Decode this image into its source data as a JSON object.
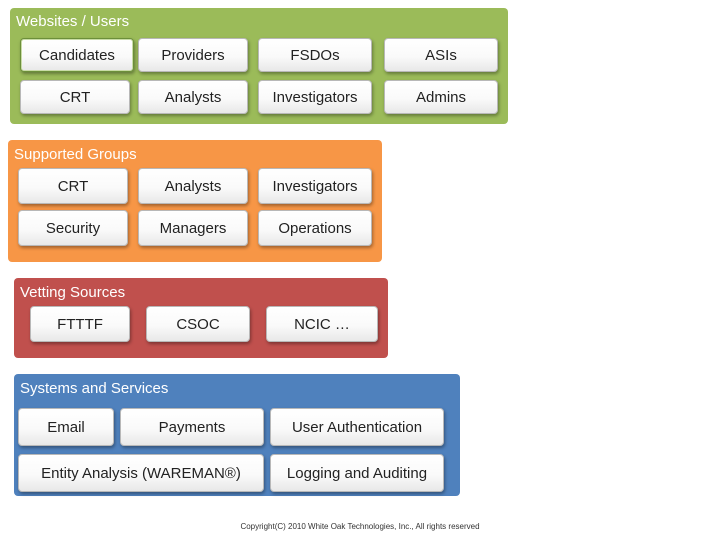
{
  "panels": {
    "websites": {
      "title": "Websites / Users",
      "color": "#9bbb59",
      "items": [
        "Candidates",
        "Providers",
        "FSDOs",
        "ASIs",
        "CRT",
        "Analysts",
        "Investigators",
        "Admins"
      ]
    },
    "groups": {
      "title": "Supported Groups",
      "color": "#f79646",
      "items": [
        "CRT",
        "Analysts",
        "Investigators",
        "Security",
        "Managers",
        "Operations"
      ]
    },
    "vetting": {
      "title": "Vetting Sources",
      "color": "#c0504d",
      "items": [
        "FTTTF",
        "CSOC",
        "NCIC …"
      ]
    },
    "systems": {
      "title": "Systems and Services",
      "color": "#4f81bd",
      "items": [
        "Email",
        "Payments",
        "User Authentication",
        "Entity Analysis  (WAREMAN®)",
        "Logging and Auditing"
      ]
    }
  },
  "footer": "Copyright(C) 2010 White Oak Technologies, Inc., All rights reserved"
}
